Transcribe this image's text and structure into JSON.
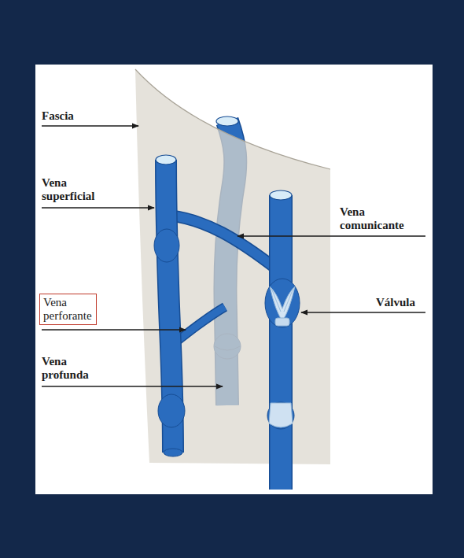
{
  "diagram": {
    "nodes": [
      {
        "text": [
          "Vena perforante"
        ]
      }
    ],
    "labels": [
      "Fascia",
      "Vena superficial",
      "Vena comunicante",
      "Válvula",
      "Vena profunda"
    ]
  }
}
